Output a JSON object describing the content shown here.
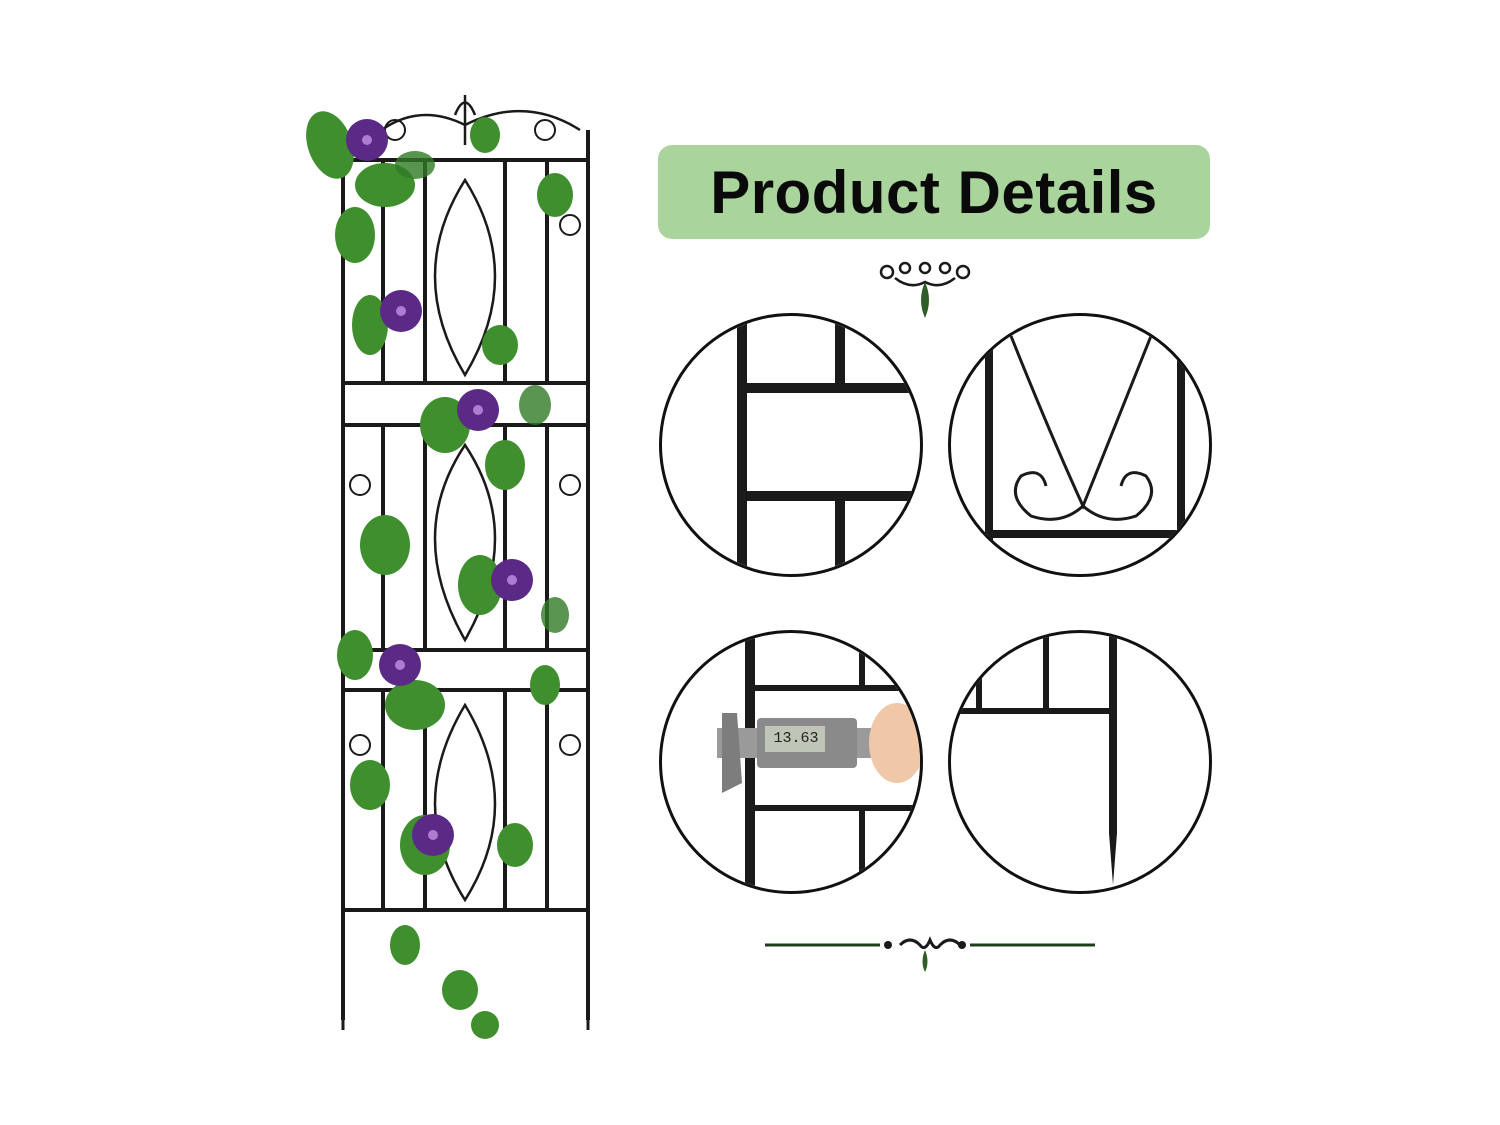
{
  "banner": {
    "title": "Product Details",
    "background_color": "#a9d49c",
    "text_color": "#0a0a0a"
  },
  "product_image": {
    "subject": "black metal garden trellis with climbing morning glory vine",
    "flower_color": "#5b2a86",
    "leaf_color": "#3f8f2e",
    "frame_color": "#1a1a1a"
  },
  "detail_circles": [
    {
      "id": "joint-detail",
      "description": "welded frame joints close-up"
    },
    {
      "id": "scroll-detail",
      "description": "decorative scroll pattern close-up"
    },
    {
      "id": "caliper-detail",
      "description": "digital caliper measuring tube thickness",
      "caliper_reading": "13.63"
    },
    {
      "id": "stake-detail",
      "description": "pointed ground stake close-up"
    }
  ],
  "ornaments": {
    "top_color": "#2f5d28",
    "bottom_color": "#1f3f1a"
  }
}
